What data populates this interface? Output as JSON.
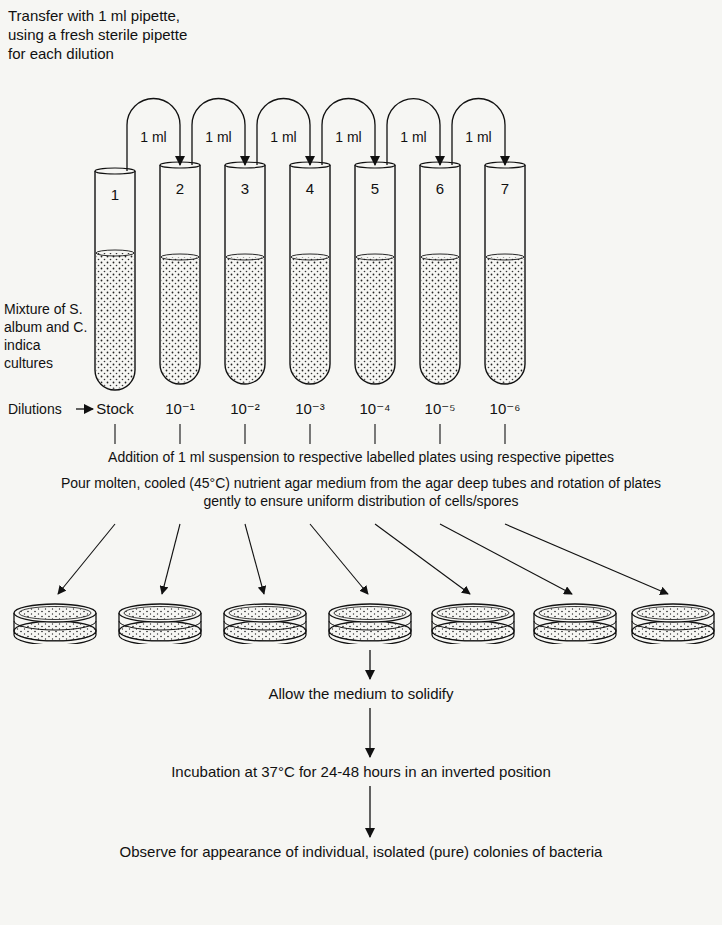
{
  "diagram": {
    "nodes": [
      {
        "text": [
          "1",
          "Stock"
        ]
      },
      {
        "text": [
          "2",
          "10⁻¹"
        ]
      },
      {
        "text": [
          "3",
          "10⁻²"
        ]
      },
      {
        "text": [
          "4",
          "10⁻³"
        ]
      },
      {
        "text": [
          "5",
          "10⁻⁴"
        ]
      },
      {
        "text": [
          "6",
          "10⁻⁵"
        ]
      },
      {
        "text": [
          "7",
          "10⁻⁶"
        ]
      }
    ],
    "edges": [
      {
        "from": 0,
        "to": 1,
        "label": "1 ml",
        "arrow": "to"
      },
      {
        "from": 1,
        "to": 2,
        "label": "1 ml",
        "arrow": "to"
      },
      {
        "from": 2,
        "to": 3,
        "label": "1 ml",
        "arrow": "to"
      },
      {
        "from": 3,
        "to": 4,
        "label": "1 ml",
        "arrow": "to"
      },
      {
        "from": 4,
        "to": 5,
        "label": "1 ml",
        "arrow": "to"
      },
      {
        "from": 5,
        "to": 6,
        "label": "1 ml",
        "arrow": "to"
      }
    ],
    "labels": [
      "Transfer with 1 ml pipette, using a fresh sterile pipette for each dilution",
      "Mixture of S. album and C. indica cultures",
      "Dilutions",
      "Addition of 1 ml suspension to respective labelled plates using respective pipettes",
      "Pour molten, cooled (45°C) nutrient agar medium from the agar deep tubes and rotation of plates gently to ensure uniform distribution of cells/spores",
      "Allow the medium to solidify",
      "Incubation at 37°C for 24-48 hours in an inverted position",
      "Observe for appearance of individual, isolated (pure) colonies of bacteria"
    ]
  }
}
